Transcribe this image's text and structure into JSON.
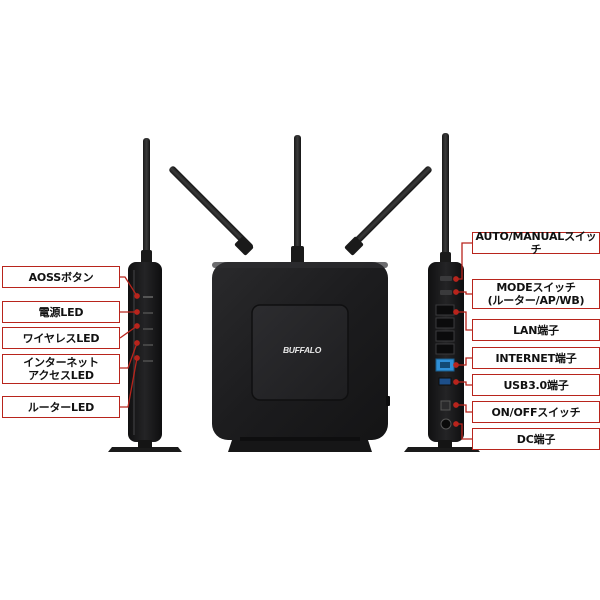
{
  "callouts_left": [
    {
      "key": "aoss",
      "label": "AOSSボタン"
    },
    {
      "key": "power",
      "label": "電源LED"
    },
    {
      "key": "wireless",
      "label": "ワイヤレスLED"
    },
    {
      "key": "internet",
      "label": "インターネット\nアクセスLED"
    },
    {
      "key": "router",
      "label": "ルーターLED"
    }
  ],
  "callouts_right": [
    {
      "key": "auto-manual",
      "label": "AUTO/MANUALスイッチ"
    },
    {
      "key": "mode",
      "label": "MODEスイッチ\n(ルーター/AP/WB)"
    },
    {
      "key": "lan",
      "label": "LAN端子"
    },
    {
      "key": "internet-port",
      "label": "INTERNET端子"
    },
    {
      "key": "usb",
      "label": "USB3.0端子"
    },
    {
      "key": "onoff",
      "label": "ON/OFFスイッチ"
    },
    {
      "key": "dc",
      "label": "DC端子"
    }
  ],
  "logo_text": "BUFFALO",
  "colors": {
    "callout_border": "#b8241c",
    "router_body": "#1b1b1c",
    "router_face": "#242426",
    "internet_port": "#2f8fd6"
  }
}
